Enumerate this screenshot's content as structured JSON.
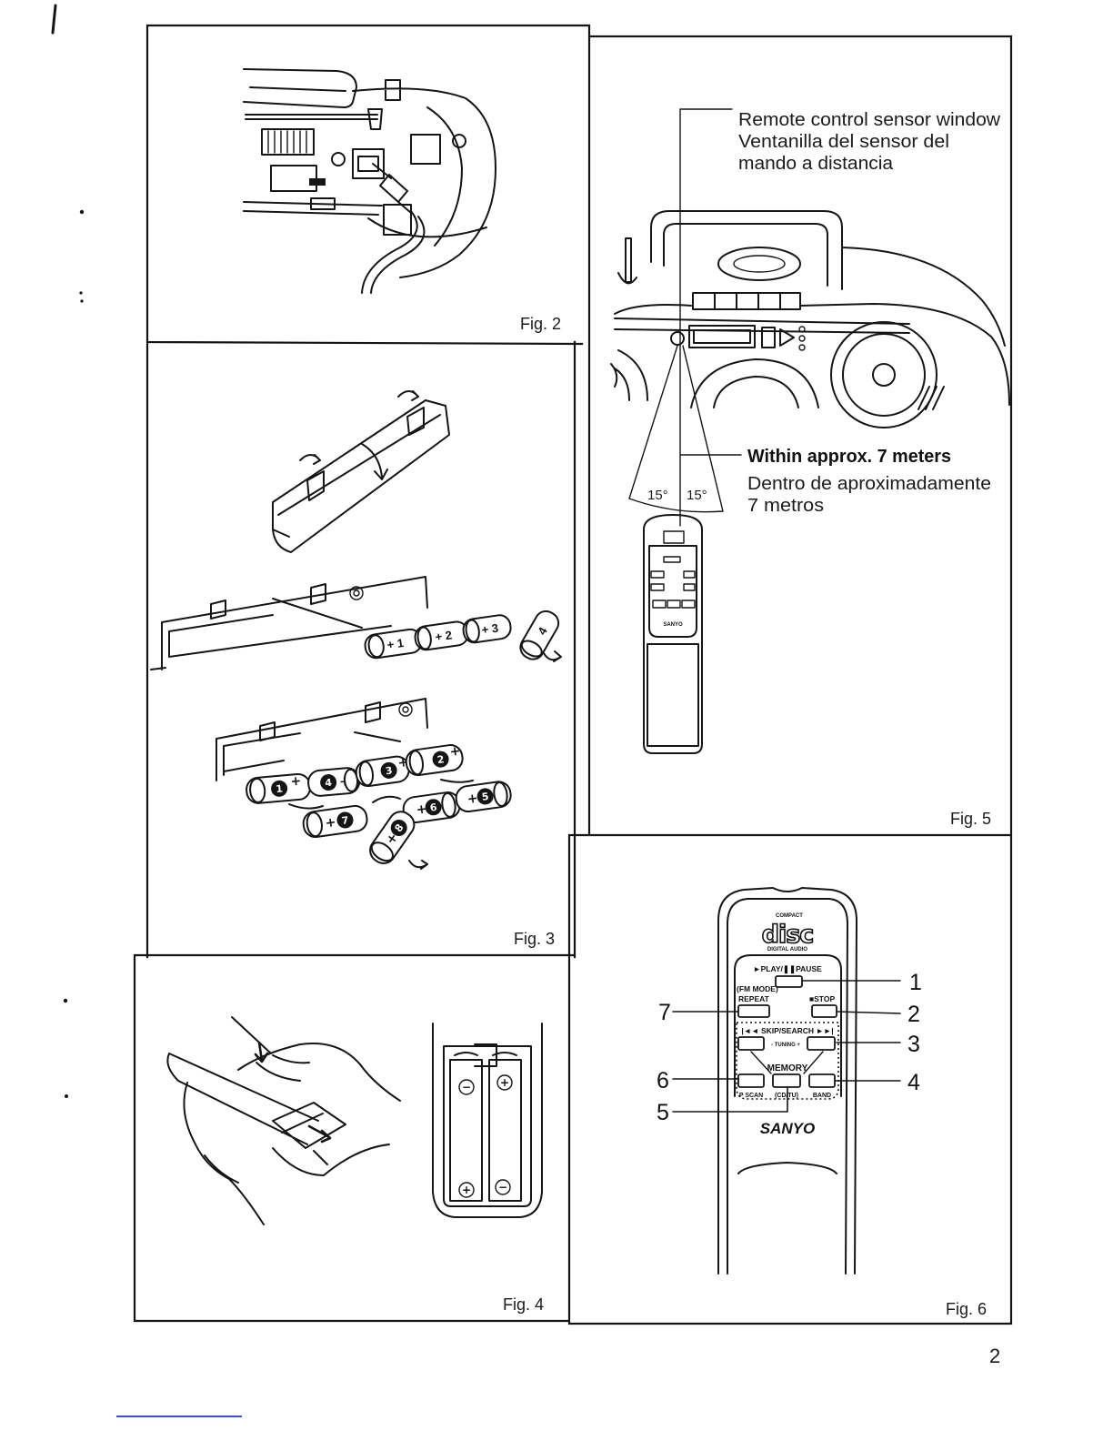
{
  "page_number": "2",
  "fig2": {
    "caption": "Fig. 2"
  },
  "fig3": {
    "caption": "Fig. 3",
    "battery_labels": [
      "+ 1",
      "+ 2",
      "+ 3",
      "4"
    ],
    "numbers": [
      "1",
      "2",
      "3",
      "4",
      "5",
      "6",
      "7",
      "8"
    ],
    "plus": "+"
  },
  "fig4": {
    "caption": "Fig. 4",
    "polarity": [
      "−",
      "+",
      "+",
      "−"
    ]
  },
  "fig5": {
    "caption": "Fig. 5",
    "sensor_label": {
      "en": "Remote control sensor window",
      "es_line1": "Ventanilla del sensor del",
      "es_line2": "mando a distancia"
    },
    "range_label": {
      "en": "Within approx. 7 meters",
      "es_line1": "Dentro de aproximadamente",
      "es_line2": "7 metros"
    },
    "angle_left": "15°",
    "angle_right": "15°",
    "remote_brand": "SANYO"
  },
  "fig6": {
    "caption": "Fig. 6",
    "logo": {
      "top": "COMPACT",
      "main": "disc",
      "bottom": "DIGITAL AUDIO"
    },
    "buttons": {
      "play_pause": "►PLAY/❚❚PAUSE",
      "fm_mode": "(FM MODE)",
      "repeat": "REPEAT",
      "stop": "■STOP",
      "skip_search": "|◄◄ SKIP/SEARCH ►►|",
      "tuning": "- TUNING +",
      "memory": "MEMORY",
      "p_scan": "P SCAN",
      "cd_tu": "(CD/TU)",
      "band": "BAND"
    },
    "brand": "SANYO",
    "callouts": [
      "1",
      "2",
      "3",
      "4",
      "5",
      "6",
      "7"
    ]
  }
}
